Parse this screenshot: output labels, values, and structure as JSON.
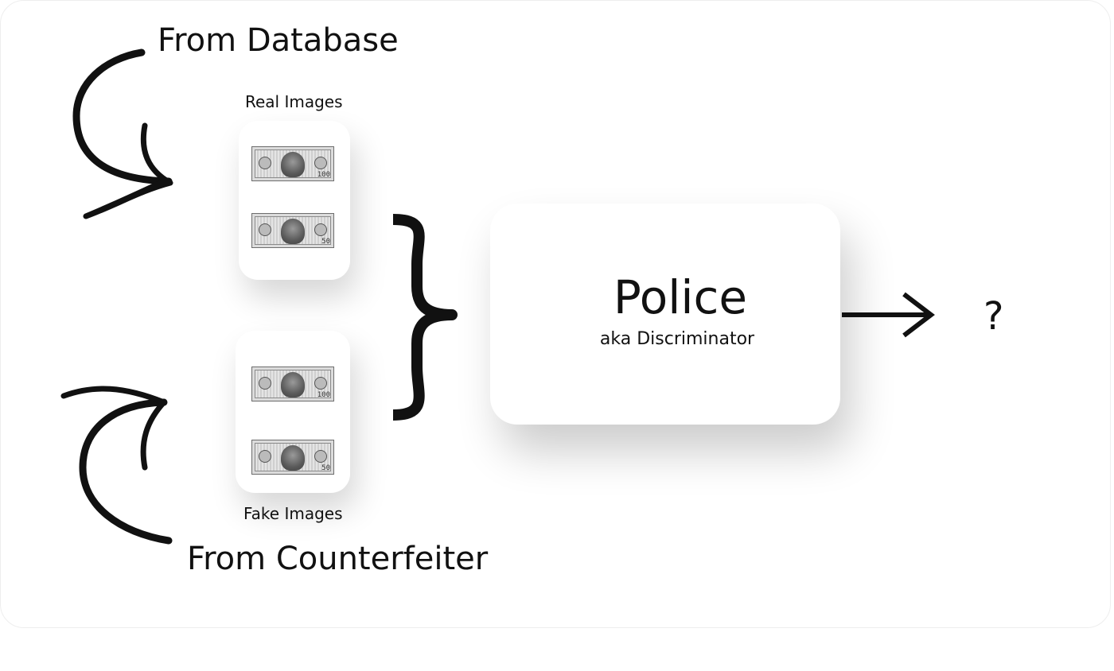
{
  "sources": {
    "database_label": "From Database",
    "counterfeiter_label": "From Counterfeiter"
  },
  "groups": {
    "real_label": "Real Images",
    "fake_label": "Fake Images"
  },
  "discriminator": {
    "title": "Police",
    "subtitle": "aka Discriminator"
  },
  "output": {
    "result_label": "?"
  },
  "colors": {
    "ink": "#111111",
    "background": "#ffffff"
  }
}
